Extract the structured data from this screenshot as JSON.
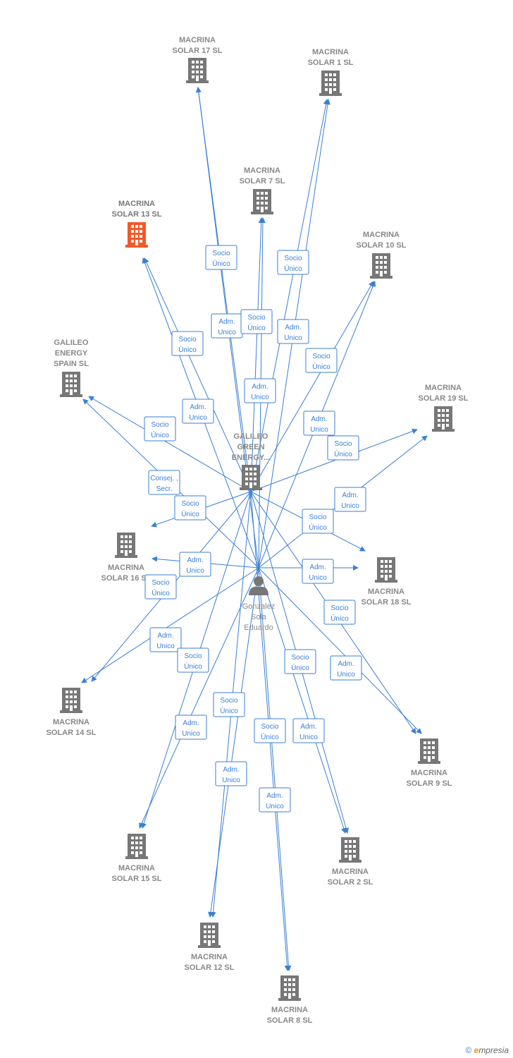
{
  "nodes": [
    {
      "id": "m17",
      "label": [
        "MACRINA",
        "SOLAR 17  SL"
      ],
      "type": "company"
    },
    {
      "id": "m1",
      "label": [
        "MACRINA",
        "SOLAR 1  SL"
      ],
      "type": "company"
    },
    {
      "id": "m7",
      "label": [
        "MACRINA",
        "SOLAR 7  SL"
      ],
      "type": "company"
    },
    {
      "id": "m13",
      "label": [
        "MACRINA",
        "SOLAR 13  SL"
      ],
      "type": "company",
      "highlight": true
    },
    {
      "id": "m10",
      "label": [
        "MACRINA",
        "SOLAR 10  SL"
      ],
      "type": "company"
    },
    {
      "id": "gs",
      "label": [
        "GALILEO",
        "ENERGY",
        "SPAIN  SL"
      ],
      "type": "company"
    },
    {
      "id": "m19",
      "label": [
        "MACRINA",
        "SOLAR 19  SL"
      ],
      "type": "company"
    },
    {
      "id": "gg",
      "label": [
        "GALILEO",
        "GREEN",
        "ENERGY..."
      ],
      "type": "company",
      "center": true
    },
    {
      "id": "m16",
      "label": [
        "MACRINA",
        "SOLAR 16  SL"
      ],
      "type": "company"
    },
    {
      "id": "m18",
      "label": [
        "MACRINA",
        "SOLAR 18  SL"
      ],
      "type": "company"
    },
    {
      "id": "p",
      "label": [
        "Gonzalez",
        "Sola",
        "Eduardo"
      ],
      "type": "person"
    },
    {
      "id": "m14",
      "label": [
        "MACRINA",
        "SOLAR 14  SL"
      ],
      "type": "company"
    },
    {
      "id": "m9",
      "label": [
        "MACRINA",
        "SOLAR 9  SL"
      ],
      "type": "company"
    },
    {
      "id": "m15",
      "label": [
        "MACRINA",
        "SOLAR 15  SL"
      ],
      "type": "company"
    },
    {
      "id": "m2",
      "label": [
        "MACRINA",
        "SOLAR 2  SL"
      ],
      "type": "company"
    },
    {
      "id": "m12",
      "label": [
        "MACRINA",
        "SOLAR 12  SL"
      ],
      "type": "company"
    },
    {
      "id": "m8",
      "label": [
        "MACRINA",
        "SOLAR 8  SL"
      ],
      "type": "company"
    }
  ],
  "edges": [
    {
      "from": "gg",
      "to": "m17",
      "label": [
        "Socio",
        "Único"
      ]
    },
    {
      "from": "p",
      "to": "m17",
      "label": [
        "Adm.",
        "Unico"
      ]
    },
    {
      "from": "gg",
      "to": "m1",
      "label": [
        "Socio",
        "Único"
      ]
    },
    {
      "from": "p",
      "to": "m1",
      "label": [
        "Adm.",
        "Unico"
      ]
    },
    {
      "from": "gg",
      "to": "m7",
      "label": [
        "Socio",
        "Único"
      ]
    },
    {
      "from": "p",
      "to": "m7",
      "label": [
        "Adm.",
        "Unico"
      ]
    },
    {
      "from": "gg",
      "to": "m13",
      "label": [
        "Socio",
        "Único"
      ]
    },
    {
      "from": "p",
      "to": "m13",
      "label": [
        "Adm.",
        "Unico"
      ]
    },
    {
      "from": "gg",
      "to": "m10",
      "label": [
        "Socio",
        "Único"
      ]
    },
    {
      "from": "p",
      "to": "m10",
      "label": [
        "Adm.",
        "Unico"
      ]
    },
    {
      "from": "gg",
      "to": "gs",
      "label": [
        "Socio",
        "Único"
      ]
    },
    {
      "from": "p",
      "to": "gs",
      "label": [
        "Consej. ,",
        "Secr."
      ]
    },
    {
      "from": "gg",
      "to": "m19",
      "label": [
        "Socio",
        "Único"
      ]
    },
    {
      "from": "p",
      "to": "m19",
      "label": [
        "Adm.",
        "Unico"
      ]
    },
    {
      "from": "gg",
      "to": "m16",
      "label": [
        "Socio",
        "Único"
      ]
    },
    {
      "from": "p",
      "to": "m16",
      "label": [
        "Adm.",
        "Unico"
      ]
    },
    {
      "from": "gg",
      "to": "m18",
      "label": [
        "Socio",
        "Único"
      ]
    },
    {
      "from": "p",
      "to": "m18",
      "label": [
        "Adm.",
        "Unico"
      ]
    },
    {
      "from": "gg",
      "to": "m14",
      "label": [
        "Socio",
        "Único"
      ]
    },
    {
      "from": "p",
      "to": "m14",
      "label": [
        "Adm.",
        "Unico"
      ]
    },
    {
      "from": "gg",
      "to": "m9",
      "label": [
        "Socio",
        "Único"
      ]
    },
    {
      "from": "p",
      "to": "m9",
      "label": [
        "Adm.",
        "Unico"
      ]
    },
    {
      "from": "gg",
      "to": "m15",
      "label": [
        "Socio",
        "Único"
      ]
    },
    {
      "from": "p",
      "to": "m15",
      "label": [
        "Adm.",
        "Unico"
      ]
    },
    {
      "from": "gg",
      "to": "m2",
      "label": [
        "Socio",
        "Único"
      ]
    },
    {
      "from": "p",
      "to": "m2",
      "label": [
        "Adm.",
        "Unico"
      ]
    },
    {
      "from": "gg",
      "to": "m12",
      "label": [
        "Socio",
        "Único"
      ]
    },
    {
      "from": "p",
      "to": "m12",
      "label": [
        "Adm.",
        "Unico"
      ]
    },
    {
      "from": "gg",
      "to": "m8",
      "label": [
        "Socio",
        "Único"
      ]
    },
    {
      "from": "p",
      "to": "m8",
      "label": [
        "Adm.",
        "Unico"
      ]
    }
  ],
  "colors": {
    "edge": "#3a7fd5",
    "node": "#777777",
    "highlight": "#f05a28"
  },
  "footer": {
    "copyright": "©",
    "brand_initial": "e",
    "brand_rest": "mpresia"
  }
}
